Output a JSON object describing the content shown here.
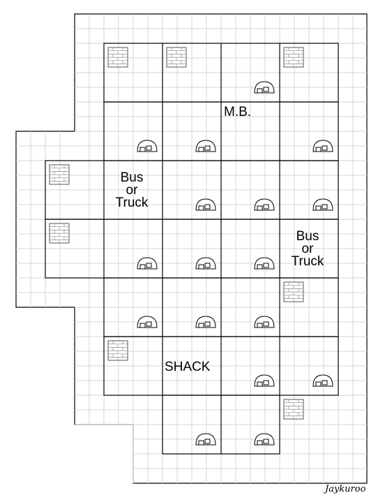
{
  "map": {
    "labels": {
      "mb": "M.B.",
      "shack": "SHACK",
      "vehicle_left": [
        "Bus",
        "or",
        "Truck"
      ],
      "vehicle_right": [
        "Bus",
        "or",
        "Truck"
      ]
    },
    "signature": "Jaykuroo",
    "colors": {
      "background": "#ffffff",
      "grid": "#d4d4d4",
      "lines": "#000000"
    }
  }
}
